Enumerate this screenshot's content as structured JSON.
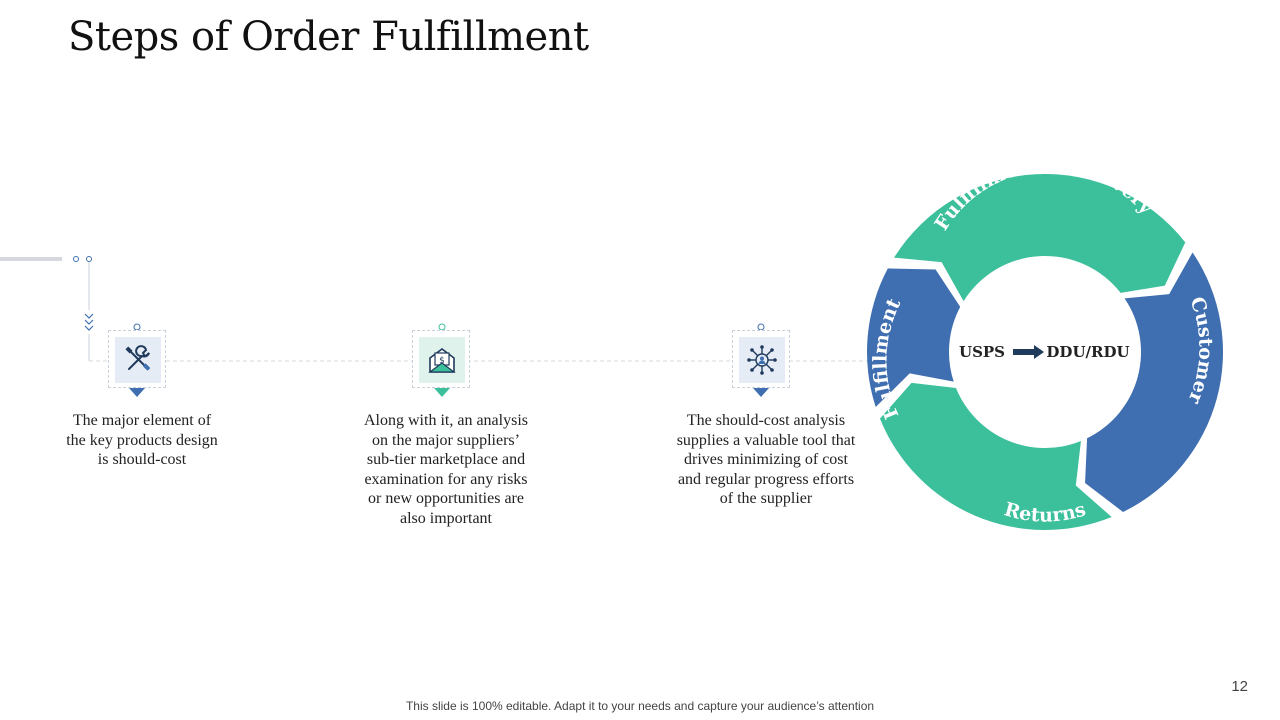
{
  "title": "Steps of Order Fulfillment",
  "steps": [
    {
      "icon": "tools-icon",
      "text": "The major element of the key products design is should-cost"
    },
    {
      "icon": "money-envelope-icon",
      "text": "Along with it, an analysis on the major suppliers’ sub-tier marketplace and examination for any risks or new opportunities are also important"
    },
    {
      "icon": "network-person-icon",
      "text": "The should-cost analysis supplies a valuable tool that drives minimizing of cost and regular progress efforts of the supplier"
    }
  ],
  "cycle": {
    "segments": [
      {
        "label": "Fulfillment & Delivery",
        "color": "#3cbf9b"
      },
      {
        "label": "Customer",
        "color": "#3f6fb0"
      },
      {
        "label": "Returns",
        "color": "#3cbf9b"
      },
      {
        "label": "Fulfillment",
        "color": "#3f6fb0"
      }
    ],
    "center_left": "USPS",
    "center_right": "DDU/RDU"
  },
  "colors": {
    "blue": "#3f6fb0",
    "green": "#3cbf9b",
    "arrow": "#1f3a5c"
  },
  "footer": "This slide is 100% editable. Adapt it to your needs and capture your audience’s attention",
  "page_number": "12"
}
